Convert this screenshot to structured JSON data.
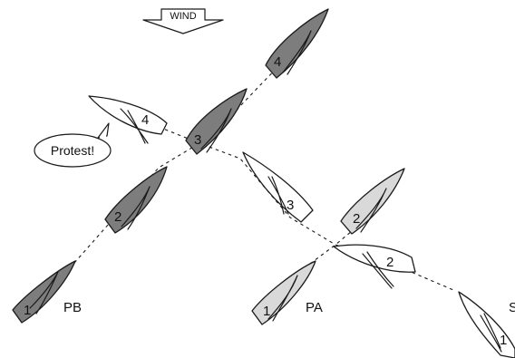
{
  "wind": {
    "label": "WIND"
  },
  "speech": {
    "text": "Protest!"
  },
  "boats": {
    "PB": {
      "label": "PB",
      "color": "#7d7d7d",
      "positions": [
        "1",
        "2",
        "3",
        "4"
      ],
      "ghost_position": "4"
    },
    "PA": {
      "label": "PA",
      "color": "#d9d9d9",
      "positions": [
        "1",
        "2"
      ]
    },
    "S": {
      "label": "S",
      "color": "#ffffff",
      "positions": [
        "1",
        "2",
        "3"
      ]
    }
  }
}
